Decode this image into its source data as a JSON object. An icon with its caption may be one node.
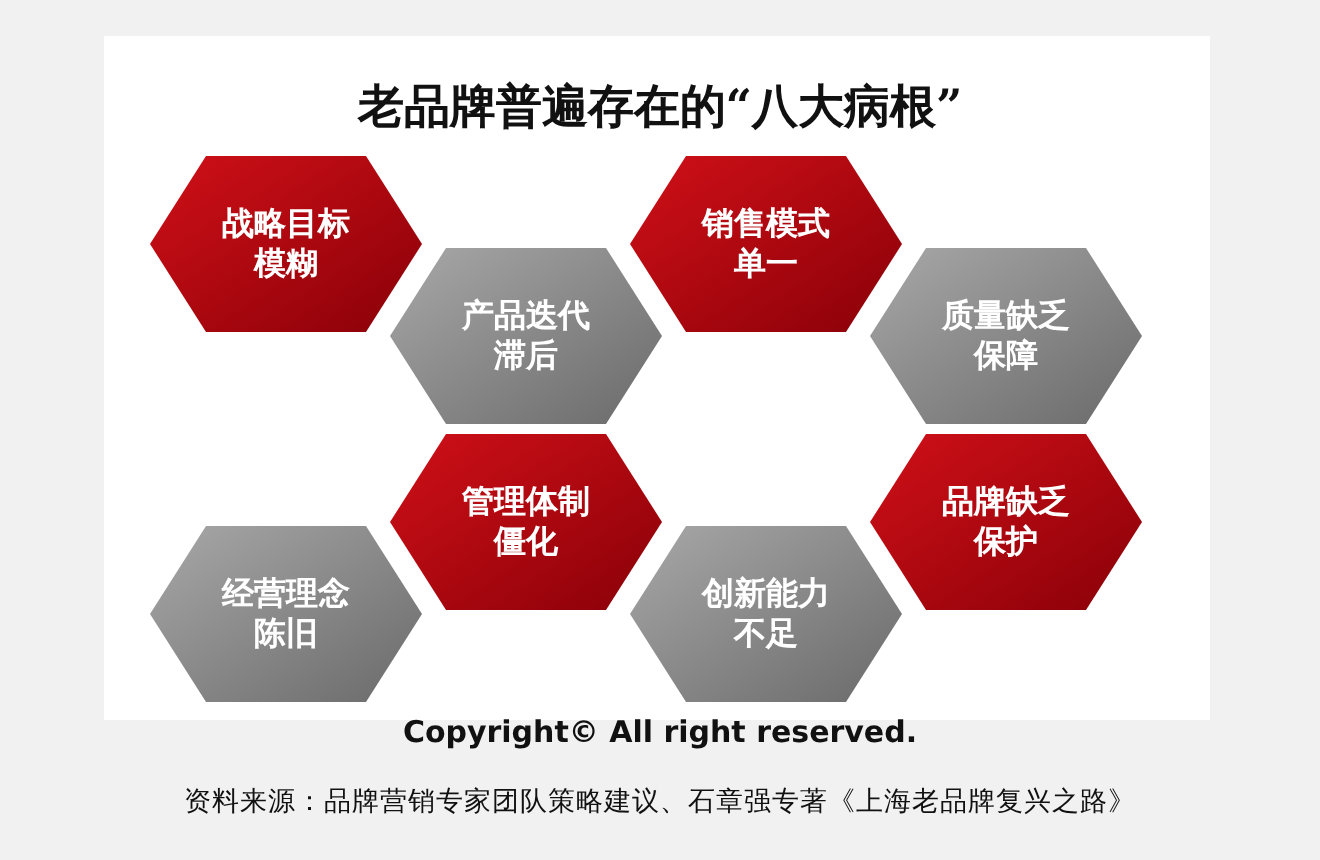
{
  "diagram": {
    "title": "老品牌普遍存在的“八大病根”",
    "nodes": [
      {
        "text": [
          "战略目标模糊"
        ]
      },
      {
        "text": [
          "销售模式单一"
        ]
      },
      {
        "text": [
          "产品迭代滞后"
        ]
      },
      {
        "text": [
          "质量缺乏保障"
        ]
      },
      {
        "text": [
          "管理体制僵化"
        ]
      },
      {
        "text": [
          "品牌缺乏保护"
        ]
      },
      {
        "text": [
          "经营理念陈旧"
        ]
      },
      {
        "text": [
          "创新能力不足"
        ]
      }
    ],
    "edges": [],
    "labels": [
      "Copyright© All right reserved.",
      "资料来源：品牌营销专家团队策略建议、石章强专著《上海老品牌复兴之路》"
    ]
  }
}
